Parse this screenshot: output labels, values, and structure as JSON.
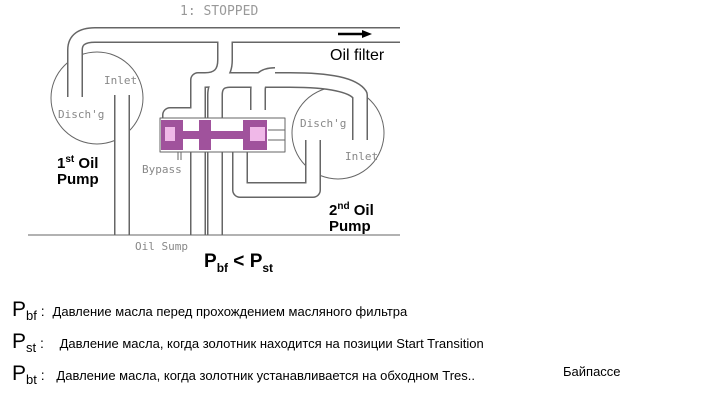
{
  "diagram": {
    "title": "1: STOPPED",
    "oil_filter": "Oil filter",
    "pump1_inlet": "Inlet",
    "pump1_discharge": "Disch'g",
    "pump2_inlet": "Inlet",
    "pump2_discharge": "Disch'g",
    "bypass": "Bypass",
    "oil_sump": "Oil Sump",
    "pump1_label": {
      "num": "1",
      "sup": "st",
      "word": "Oil",
      "line2": "Pump"
    },
    "pump2_label": {
      "num": "2",
      "sup": "nd",
      "word": "Oil",
      "line2": "Pump"
    },
    "relation": {
      "left": "P",
      "left_sub": "bf",
      "op": "<",
      "right": "P",
      "right_sub": "st"
    },
    "spool_color": "#a0529c",
    "spool_light": "#f0b8e8"
  },
  "legend": [
    {
      "symbol": "P",
      "sub": "bf",
      "text": "Давление масла перед прохождением масляного фильтра",
      "note": ""
    },
    {
      "symbol": "P",
      "sub": "st",
      "text": "Давление масла, когда золотник находится на позиции Start Transition",
      "note": ""
    },
    {
      "symbol": "P",
      "sub": "bt",
      "text": "Давление масла, когда золотник устанавливается на обходном Tres..",
      "note": "Байпассе"
    }
  ]
}
